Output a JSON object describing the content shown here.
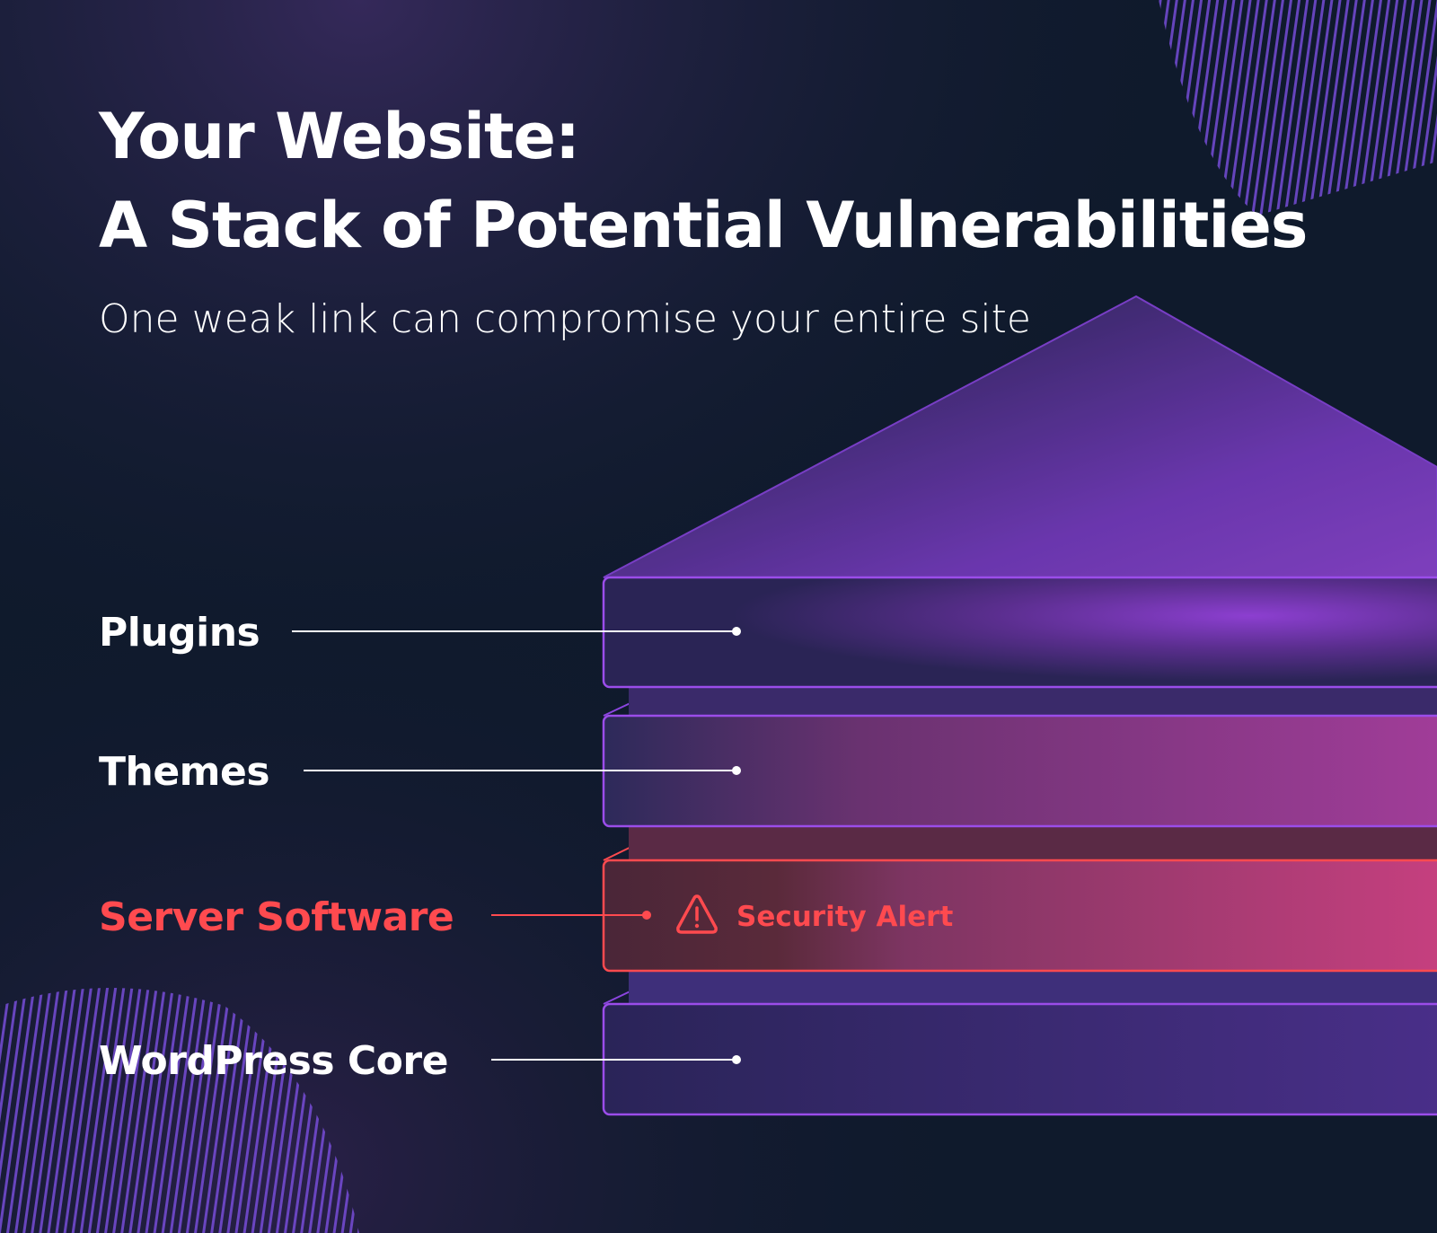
{
  "header": {
    "title_line1": "Your Website:",
    "title_line2": "A Stack of Potential Vulnerabilities",
    "subtitle": "One weak link can compromise your entire site"
  },
  "layers": [
    {
      "label": "Plugins",
      "status": "normal"
    },
    {
      "label": "Themes",
      "status": "normal"
    },
    {
      "label": "Server Software",
      "status": "alert"
    },
    {
      "label": "WordPress Core",
      "status": "normal"
    }
  ],
  "alert": {
    "icon": "warning-triangle-icon",
    "text": "Security Alert"
  },
  "colors": {
    "background": "#0f1a2c",
    "accent_purple": "#9b4dea",
    "alert_red": "#ff4a4f",
    "text": "#ffffff"
  }
}
